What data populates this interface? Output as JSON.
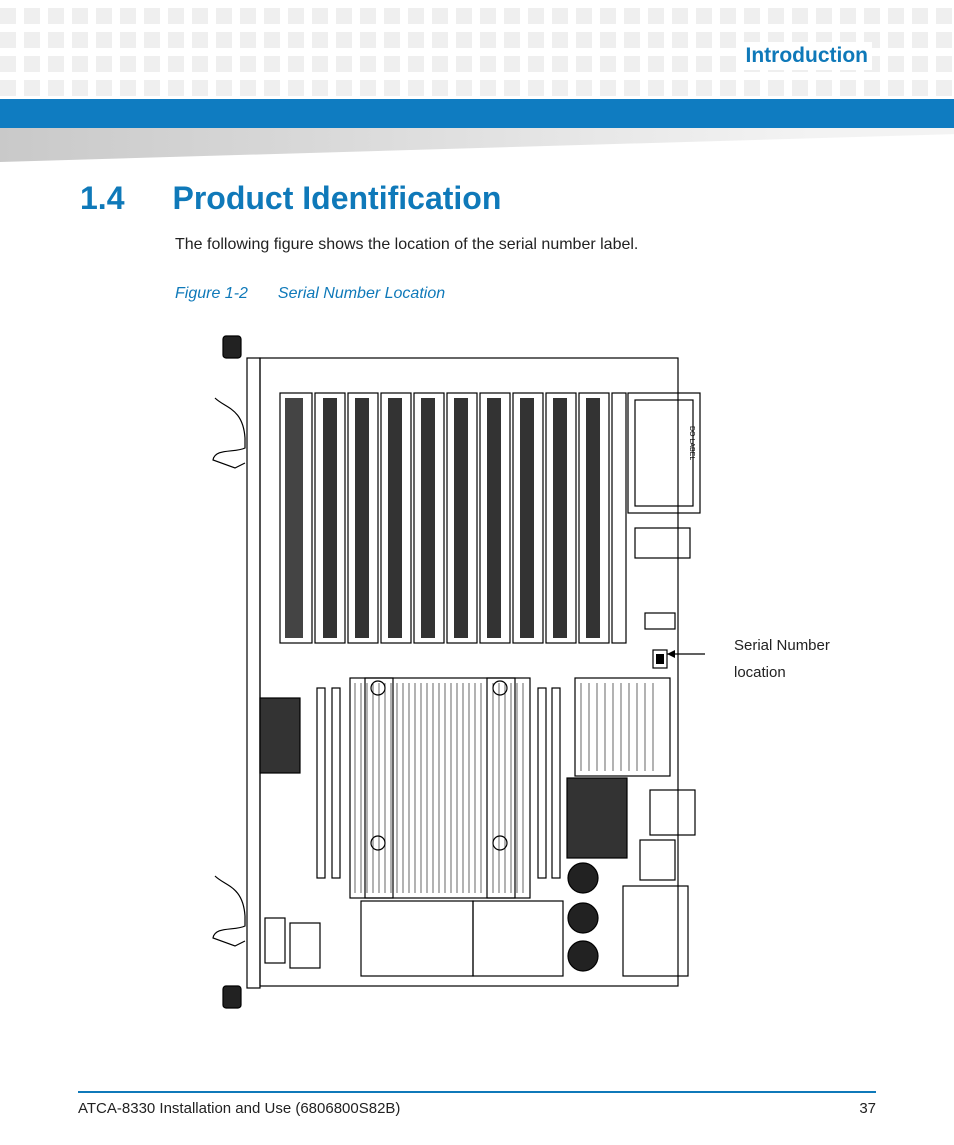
{
  "header": {
    "section": "Introduction"
  },
  "heading": {
    "number": "1.4",
    "title": "Product Identification"
  },
  "body": {
    "intro": "The following figure shows the location of the serial number label."
  },
  "figure": {
    "caption_number": "Figure 1-2",
    "caption_title": "Serial Number Location",
    "callout_line1": "Serial Number",
    "callout_line2": "location",
    "board_label": "DO LABEL"
  },
  "footer": {
    "document": "ATCA-8330 Installation and Use (6806800S82B)",
    "page": "37"
  },
  "colors": {
    "accent": "#0f79b9",
    "bar": "#0f7cc1"
  }
}
